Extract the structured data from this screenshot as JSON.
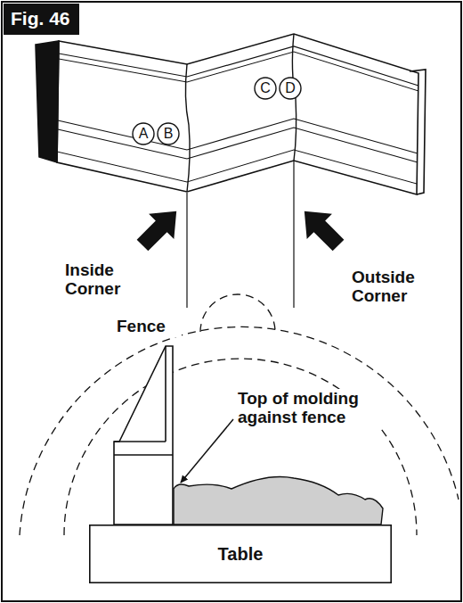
{
  "diagram": {
    "title": "Fig. 46",
    "nodes": [
      {
        "text": [
          "A"
        ]
      },
      {
        "text": [
          "B"
        ]
      },
      {
        "text": [
          "C"
        ]
      },
      {
        "text": [
          "D"
        ]
      },
      {
        "text": [
          "Table"
        ]
      }
    ],
    "labels": [
      "Inside Corner",
      "Outside Corner",
      "Fence",
      "Top of molding against fence"
    ]
  }
}
